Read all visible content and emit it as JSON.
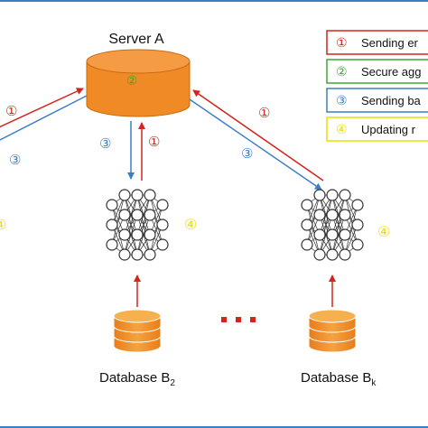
{
  "server": {
    "title": "Server A",
    "step_num": "②"
  },
  "legend": [
    {
      "num": "①",
      "text": "Sending er",
      "color": "#d4241c"
    },
    {
      "num": "②",
      "text": "Secure agg",
      "color": "#3fa535"
    },
    {
      "num": "③",
      "text": "Sending ba",
      "color": "#3d7fc4"
    },
    {
      "num": "④",
      "text": "Updating r",
      "color": "#e8e000"
    }
  ],
  "arrow_labels": {
    "left_red": "①",
    "left_blue": "③",
    "mid_red": "①",
    "mid_blue": "③",
    "right_red": "①",
    "right_blue": "③"
  },
  "networks": {
    "left_step": "④",
    "right_step": "④"
  },
  "databases": {
    "left_base": "Database B",
    "left_sub": "2",
    "right_base": "Database B",
    "right_sub": "k"
  },
  "ellipsis": "…",
  "colors": {
    "red": "#d4241c",
    "blue": "#3d7fc4",
    "yellow": "#e8e000",
    "orange": "#f08a24",
    "green": "#3fa535"
  }
}
